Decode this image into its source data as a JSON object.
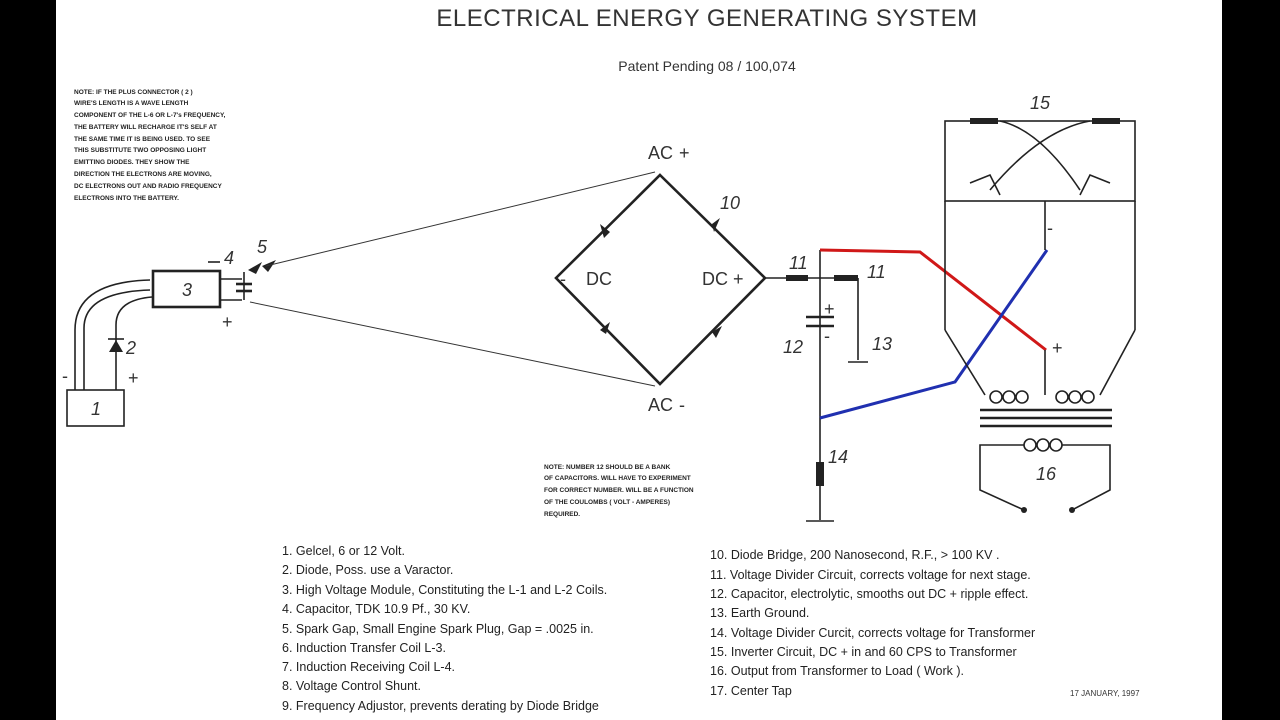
{
  "title": "ELECTRICAL ENERGY GENERATING SYSTEM",
  "subtitle": "Patent Pending  08 / 100,074",
  "note_top": [
    "NOTE: IF THE PLUS CONNECTOR ( 2 )",
    "WIRE'S LENGTH IS A WAVE LENGTH",
    "COMPONENT OF THE L-6 OR L-7's FREQUENCY,",
    "THE BATTERY WILL RECHARGE IT'S SELF AT",
    "THE SAME TIME IT IS BEING USED. TO SEE",
    "THIS SUBSTITUTE TWO OPPOSING LIGHT",
    "EMITTING DIODES. THEY SHOW THE",
    "DIRECTION THE ELECTRONS ARE MOVING,",
    "DC ELECTRONS OUT AND RADIO FREQUENCY",
    "ELECTRONS INTO THE BATTERY."
  ],
  "note_mid": [
    "NOTE: NUMBER 12 SHOULD BE A BANK",
    "OF CAPACITORS. WILL HAVE TO EXPERIMENT",
    "FOR CORRECT NUMBER. WILL BE A FUNCTION",
    "OF THE COULOMBS ( VOLT - AMPERES)",
    "REQUIRED."
  ],
  "labels": {
    "n1": "1",
    "n2": "2",
    "n3": "3",
    "n4": "4",
    "n5": "5",
    "n10": "10",
    "n11a": "11",
    "n11b": "11",
    "n12": "12",
    "n13": "13",
    "n14": "14",
    "n15": "15",
    "n16": "16",
    "plus": "+",
    "minus": "-",
    "ac_plus": "AC",
    "ac_minus": "AC",
    "dc_minus": "DC",
    "dc_plus": "DC"
  },
  "legend_left": [
    "1. Gelcel, 6 or 12 Volt.",
    "2. Diode, Poss. use a Varactor.",
    "3. High Voltage Module, Constituting the L-1 and L-2 Coils.",
    "4. Capacitor, TDK  10.9  Pf., 30 KV.",
    "5. Spark Gap, Small Engine Spark Plug, Gap = .0025 in.",
    "6. Induction Transfer Coil  L-3.",
    "7. Induction Receiving Coil L-4.",
    "8. Voltage Control Shunt.",
    "9. Frequency Adjustor, prevents derating by Diode Bridge"
  ],
  "legend_right": [
    "10. Diode Bridge, 200 Nanosecond, R.F., > 100 KV .",
    "11. Voltage Divider Circuit, corrects voltage for next stage.",
    "12. Capacitor, electrolytic, smooths out DC + ripple effect.",
    "13. Earth Ground.",
    "14. Voltage Divider Curcit, corrects voltage for Transformer",
    "15. Inverter Circuit, DC + in and 60 CPS  to Transformer",
    "16. Output from Transformer to Load ( Work ).",
    "17.  Center Tap"
  ],
  "date": "17 JANUARY,  1997",
  "colors": {
    "positive_wire": "#d01818",
    "negative_wire": "#2030b0"
  }
}
